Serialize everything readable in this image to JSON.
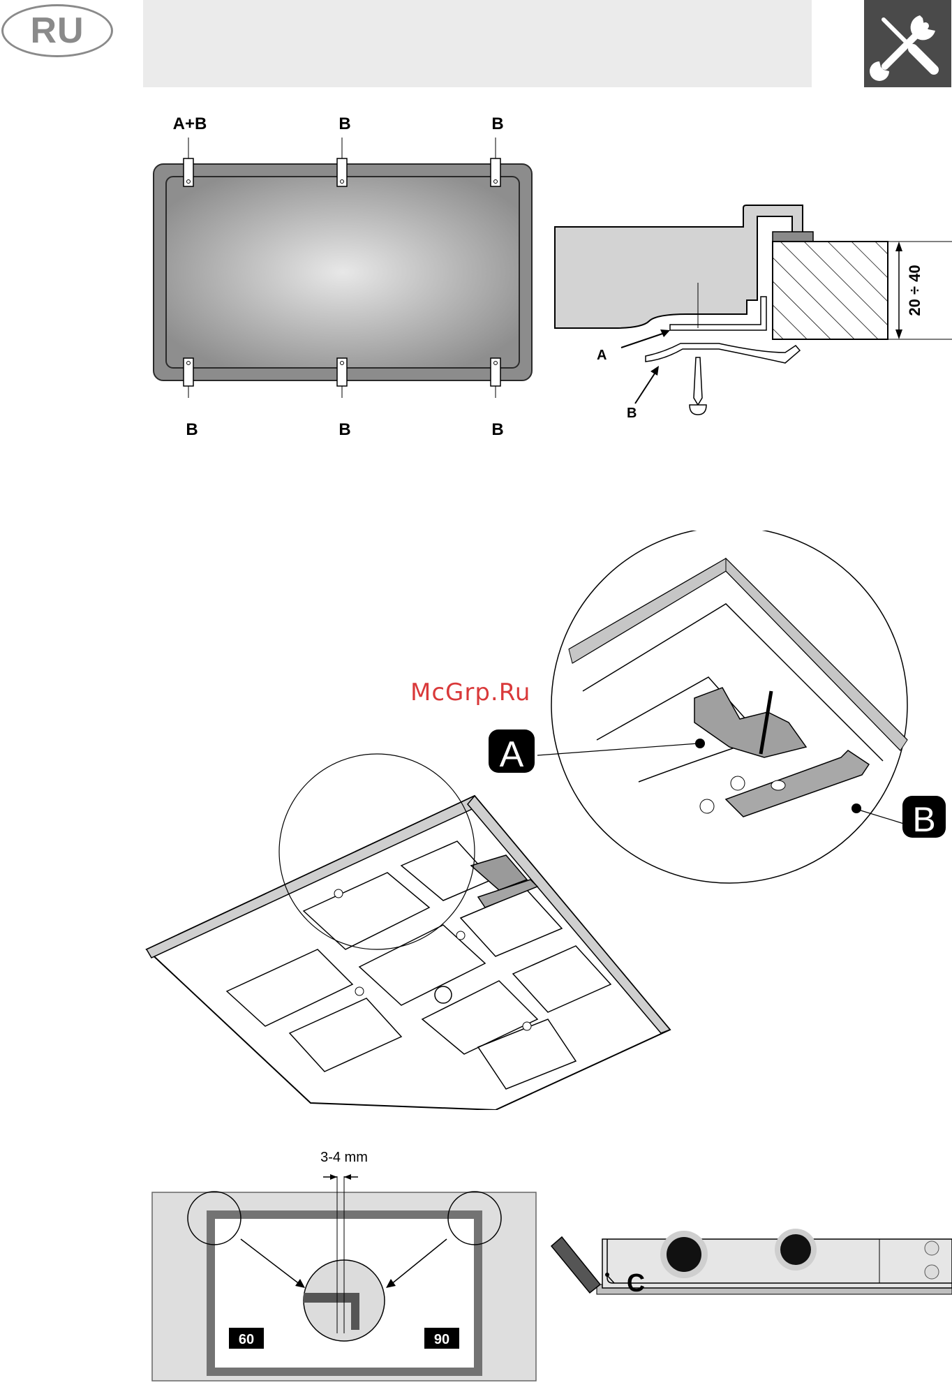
{
  "header": {
    "language": "RU",
    "tools_icon": "wrench-screwdriver-icon"
  },
  "figure_clamps": {
    "top_labels": [
      "A+B",
      "B",
      "B"
    ],
    "bottom_labels": [
      "B",
      "B",
      "B"
    ]
  },
  "figure_section": {
    "label_a": "A",
    "label_b": "B",
    "thickness": "20 ÷ 40"
  },
  "figure_perspective": {
    "callout_a": "A",
    "callout_b": "B"
  },
  "watermark": "McGrp.Ru",
  "figure_cutout": {
    "gap_label": "3-4 mm",
    "label_left": "60",
    "label_right": "90"
  },
  "figure_seal": {
    "label_c": "C"
  },
  "colors": {
    "badge_gray": "#8a8a8a",
    "header_bar": "#ebebeb",
    "tools_box": "#4a4a4a",
    "watermark": "#d9393a"
  }
}
